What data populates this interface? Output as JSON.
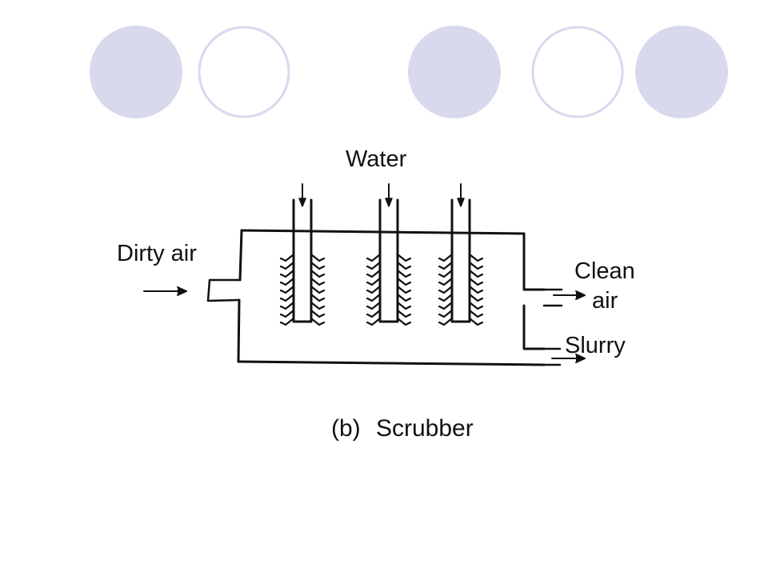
{
  "slide": {
    "decor": {
      "circles": [
        {
          "style": "filled"
        },
        {
          "style": "outline"
        },
        {
          "style": "filled"
        },
        {
          "style": "outline"
        },
        {
          "style": "filled"
        }
      ],
      "fill_color": "#d9d9ee",
      "stroke_color": "#d9d9ee"
    }
  },
  "diagram": {
    "labels": {
      "water": "Water",
      "dirty_air": "Dirty air",
      "clean": "Clean",
      "air": "air",
      "slurry": "Slurry"
    },
    "caption": {
      "tag": "(b)",
      "title": "Scrubber"
    },
    "line_color": "#111111"
  }
}
